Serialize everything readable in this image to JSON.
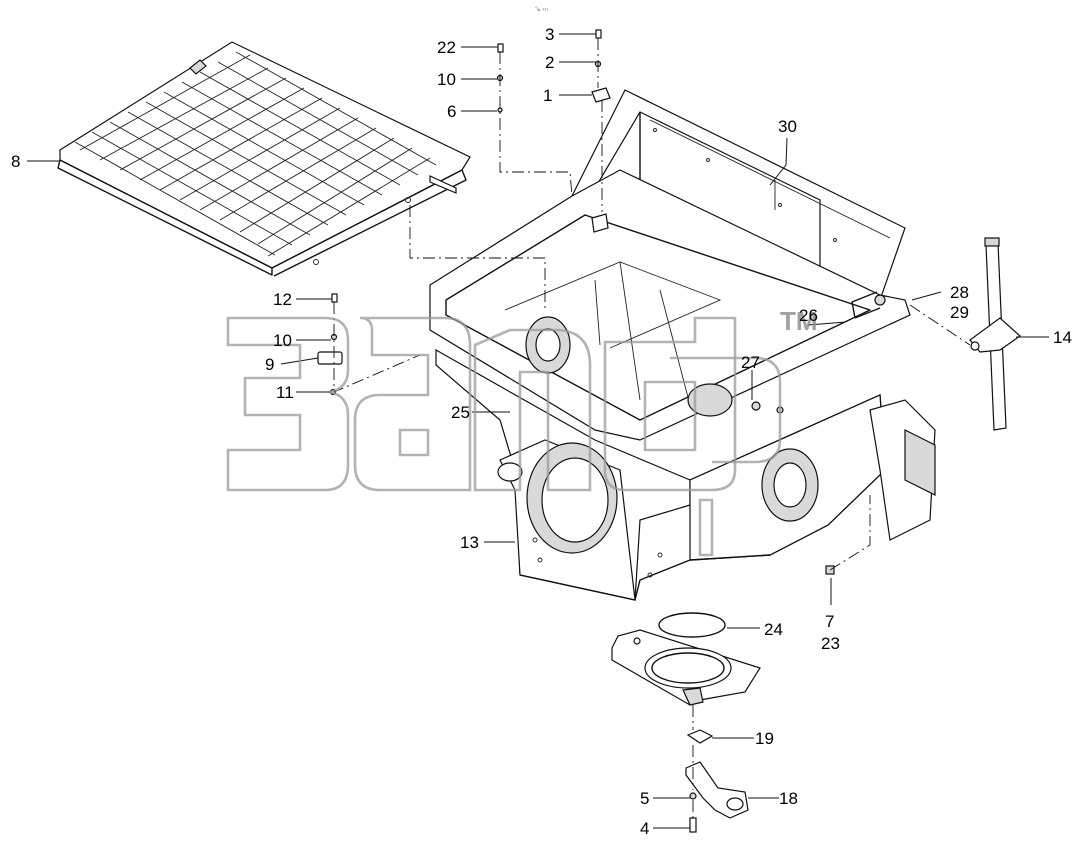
{
  "watermark": {
    "brand": "3dmf",
    "trademark": "TM"
  },
  "top_stamp": "°ь ‹‹‹",
  "callouts": [
    "1",
    "2",
    "3",
    "4",
    "5",
    "6",
    "7",
    "8",
    "9",
    "10",
    "10",
    "11",
    "12",
    "13",
    "14",
    "18",
    "19",
    "22",
    "23",
    "24",
    "25",
    "26",
    "27",
    "28",
    "29",
    "30"
  ]
}
